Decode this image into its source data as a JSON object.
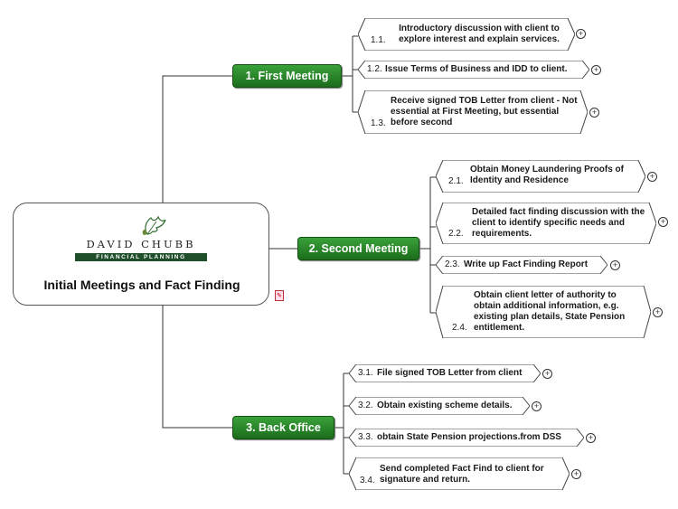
{
  "root": {
    "title": "Initial Meetings and Fact Finding",
    "logo_name": "DAVID CHUBB",
    "logo_tagline": "FINANCIAL PLANNING"
  },
  "branches": [
    {
      "label": "1. First Meeting",
      "items": [
        {
          "num": "1.1.",
          "text": "Introductory discussion with client to explore interest and explain services."
        },
        {
          "num": "1.2.",
          "text": "Issue Terms of Business and IDD to client."
        },
        {
          "num": "1.3.",
          "text": "Receive signed TOB Letter from client - Not essential at First Meeting, but essential before second"
        }
      ]
    },
    {
      "label": "2. Second Meeting",
      "items": [
        {
          "num": "2.1.",
          "text": "Obtain Money Laundering Proofs of Identity and Residence"
        },
        {
          "num": "2.2.",
          "text": "Detailed fact finding discussion with the client to identify specific needs and requirements."
        },
        {
          "num": "2.3.",
          "text": "Write up Fact Finding Report"
        },
        {
          "num": "2.4.",
          "text": "Obtain client letter of authority to obtain additional information, e.g. existing plan details, State Pension entitlement."
        }
      ]
    },
    {
      "label": "3. Back Office",
      "items": [
        {
          "num": "3.1.",
          "text": "File signed TOB Letter from client"
        },
        {
          "num": "3.2.",
          "text": "Obtain existing scheme details."
        },
        {
          "num": "3.3.",
          "text": "obtain State Pension projections.from DSS"
        },
        {
          "num": "3.4.",
          "text": "Send completed Fact Find to client for signature and return."
        }
      ]
    }
  ],
  "icons": {
    "expand": "plus-circle-icon",
    "note": "note-icon",
    "logo": "oak-leaf-icon"
  },
  "colors": {
    "branch_fill": "#2e8b2e",
    "branch_border": "#145214",
    "logo_bar": "#1f4e2b"
  }
}
